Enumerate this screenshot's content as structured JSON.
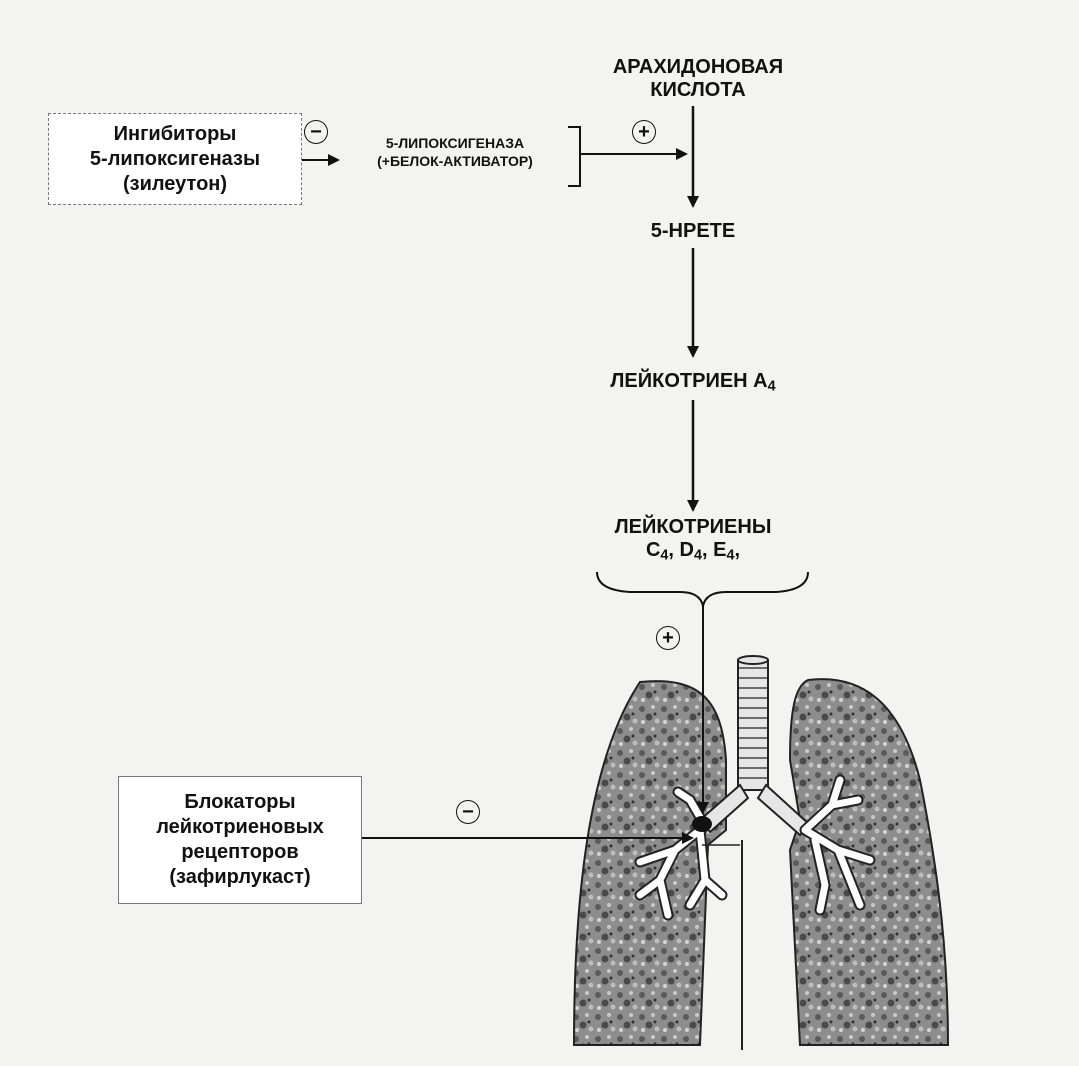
{
  "inhibitor_box": {
    "line1": "Ингибиторы",
    "line2": "5-липоксигеназы",
    "line3": "(зилеутон)"
  },
  "enzyme": {
    "line1": "5-ЛИПОКСИГЕНАЗА",
    "line2": "(+БЕЛОК-АКТИВАТОР)"
  },
  "arachidonic": {
    "line1": "АРАХИДОНОВАЯ",
    "line2": "КИСЛОТА"
  },
  "hpete": "5-НРЕТЕ",
  "lta4": {
    "text": "ЛЕЙКОТРИЕН А",
    "sub": "4"
  },
  "leukotrienes": {
    "line1": "ЛЕЙКОТРИЕНЫ",
    "c": "C",
    "c_sub": "4",
    "sep1": ",",
    "d": "D",
    "d_sub": "4",
    "sep2": ",",
    "e": "E",
    "e_sub": "4",
    "sep3": ","
  },
  "blocker_box": {
    "line1": "Блокаторы",
    "line2": "лейкотриеновых",
    "line3": "рецепторов",
    "line4": "(зафирлукаст)"
  },
  "signs": {
    "inhibit_enzyme": "−",
    "activate_pathway": "+",
    "activate_lungs": "+",
    "inhibit_receptor": "−"
  }
}
